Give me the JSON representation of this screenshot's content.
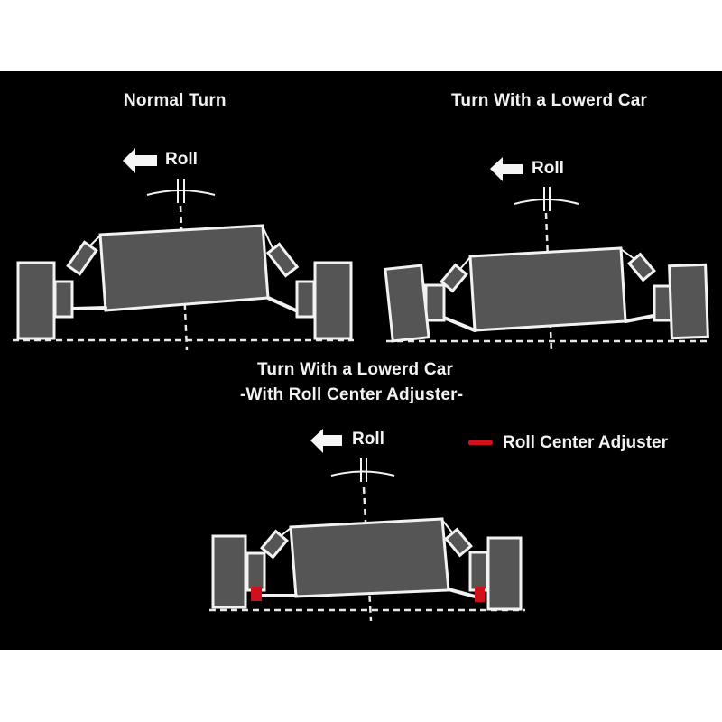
{
  "colors": {
    "background": "#000000",
    "outer_background": "#ffffff",
    "body_fill": "#555555",
    "outline": "#f2f2f2",
    "adjuster": "#d0101a"
  },
  "diagrams": [
    {
      "title": "Normal Turn",
      "roll_label": "Roll",
      "arrow_direction": "left"
    },
    {
      "title": "Turn With a Lowerd Car",
      "roll_label": "Roll",
      "arrow_direction": "left"
    },
    {
      "title_line1": "Turn With a Lowerd Car",
      "title_line2": "-With Roll Center Adjuster-",
      "roll_label": "Roll",
      "arrow_direction": "left"
    }
  ],
  "legend": {
    "label": "Roll Center Adjuster",
    "swatch_color": "#d0101a"
  }
}
